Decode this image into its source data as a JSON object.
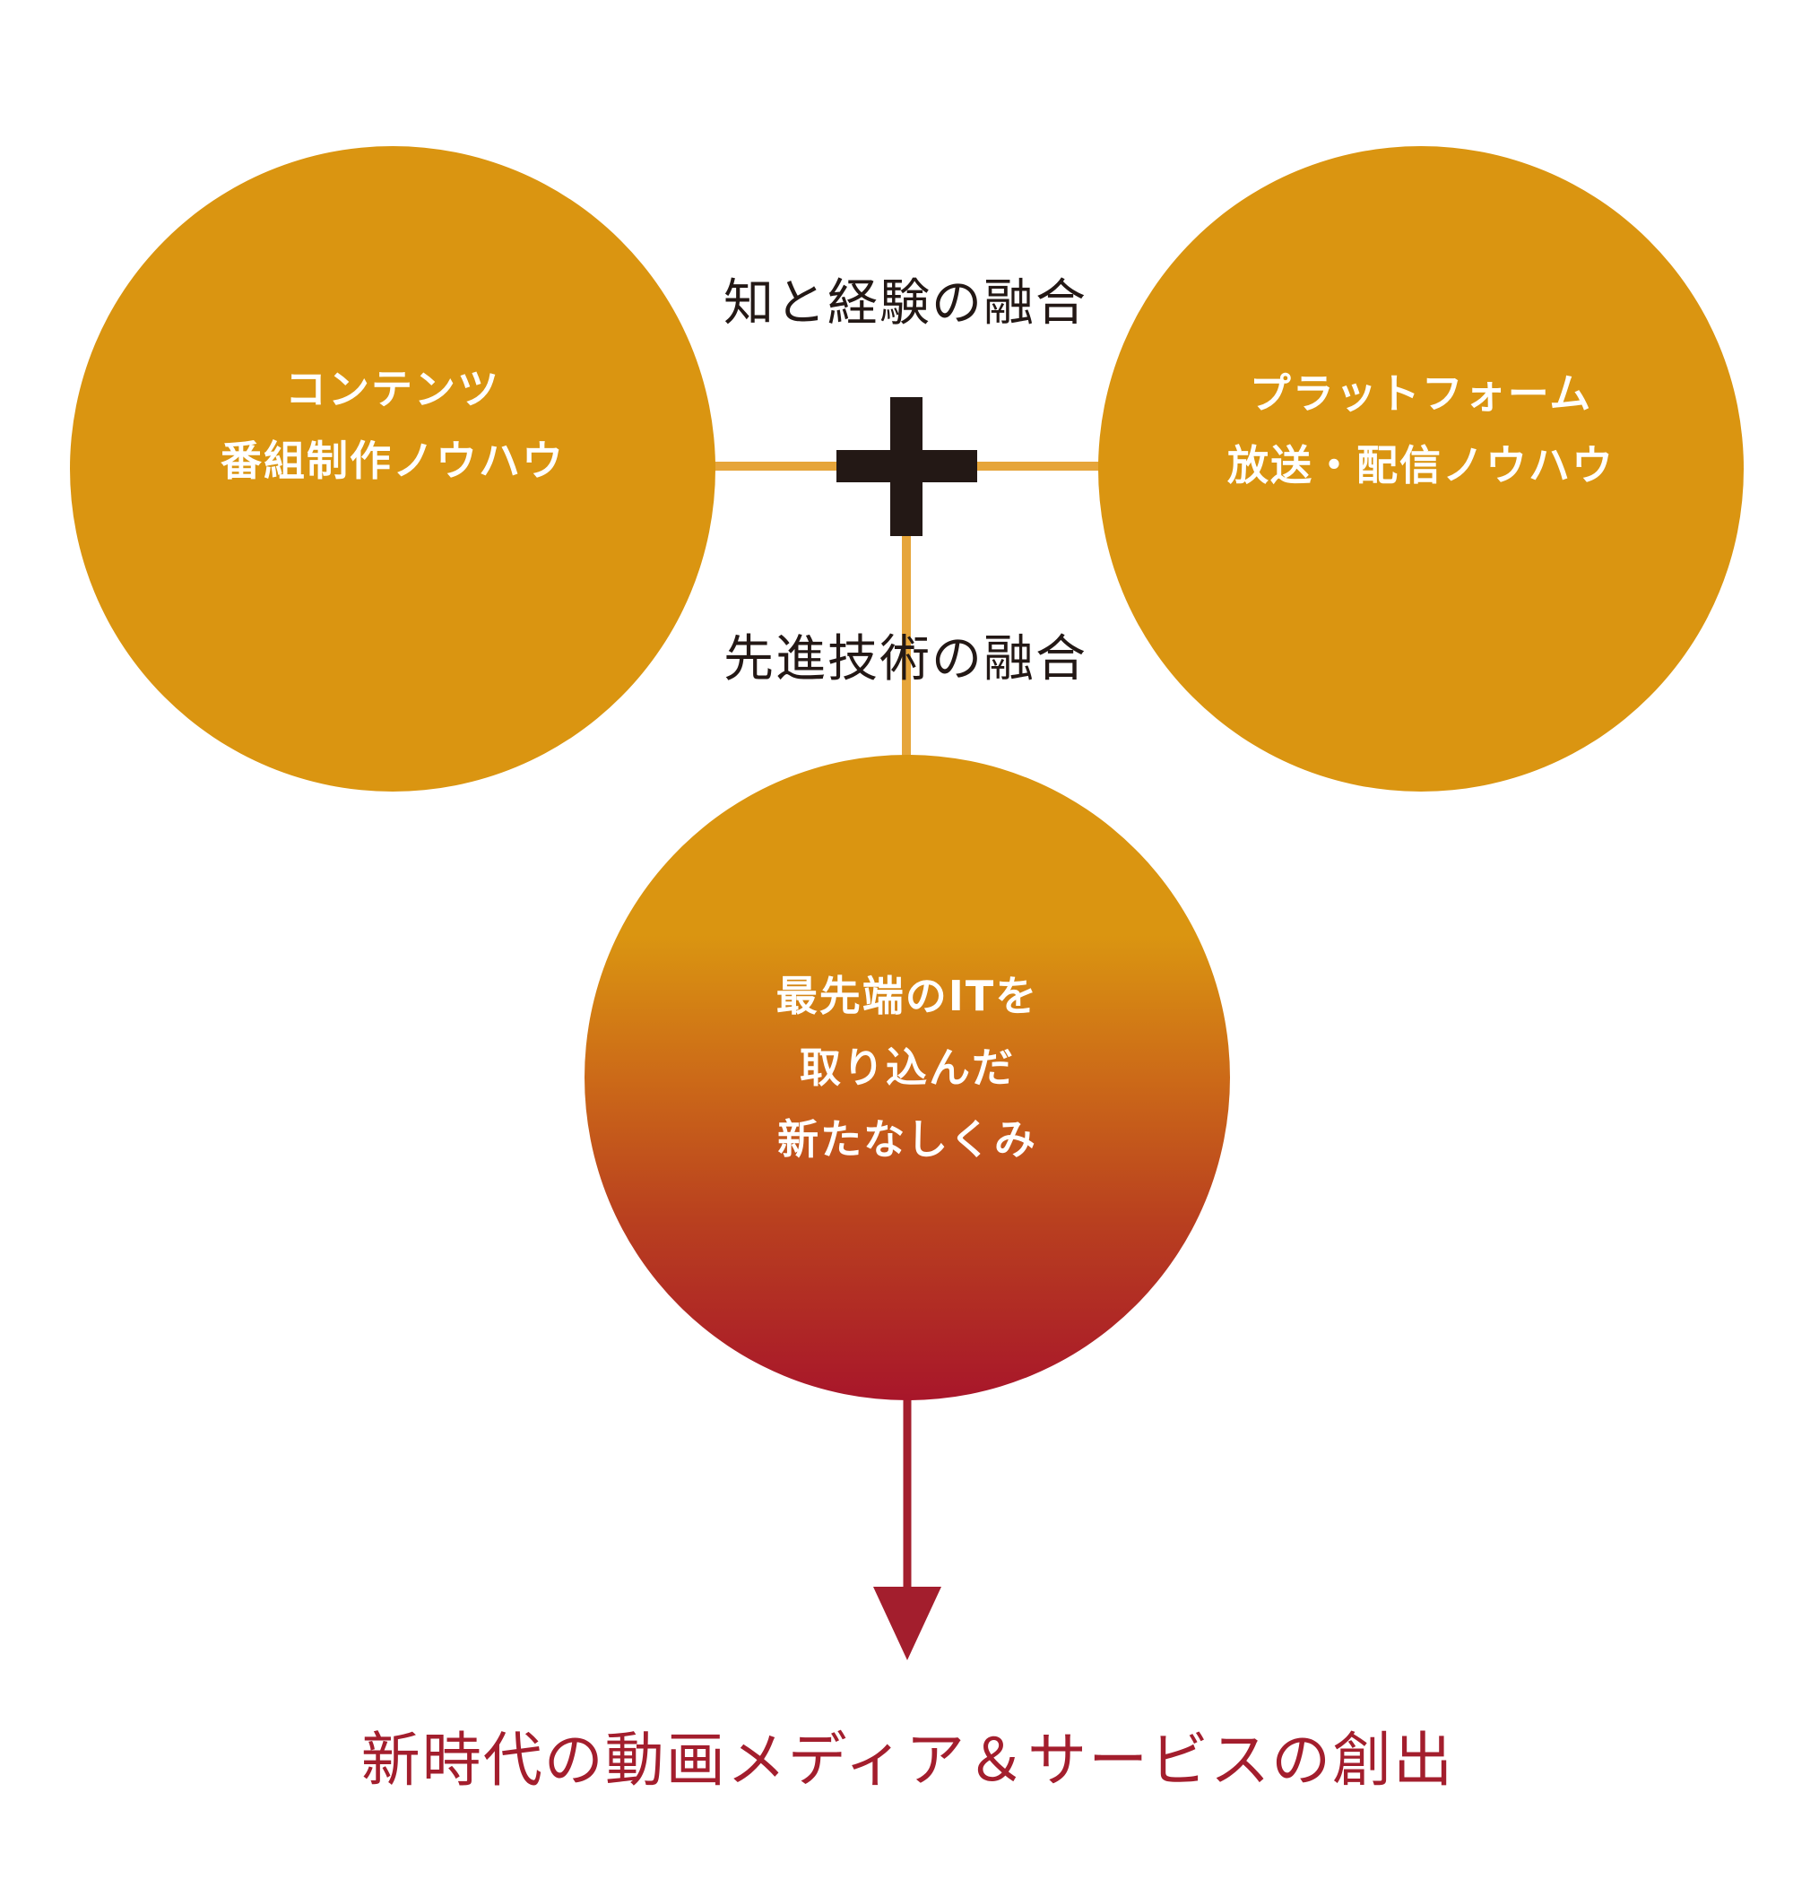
{
  "colors": {
    "circle_gold": "#da9511",
    "gradient_bottom": "#a8162a",
    "connector": "#e6a53a",
    "plus": "#231815",
    "arrow": "#a31e2d",
    "result_text": "#a31e2d"
  },
  "circles": {
    "left": {
      "lines": [
        "コンテンツ",
        "番組制作ノウハウ"
      ]
    },
    "right": {
      "lines": [
        "プラットフォーム",
        "放送・配信ノウハウ"
      ]
    },
    "bottom": {
      "lines": [
        "最先端のITを",
        "取り込んだ",
        "新たなしくみ"
      ]
    }
  },
  "labels": {
    "top": "知と経験の融合",
    "middle": "先進技術の融合"
  },
  "result": "新時代の動画メディア＆サービスの創出"
}
